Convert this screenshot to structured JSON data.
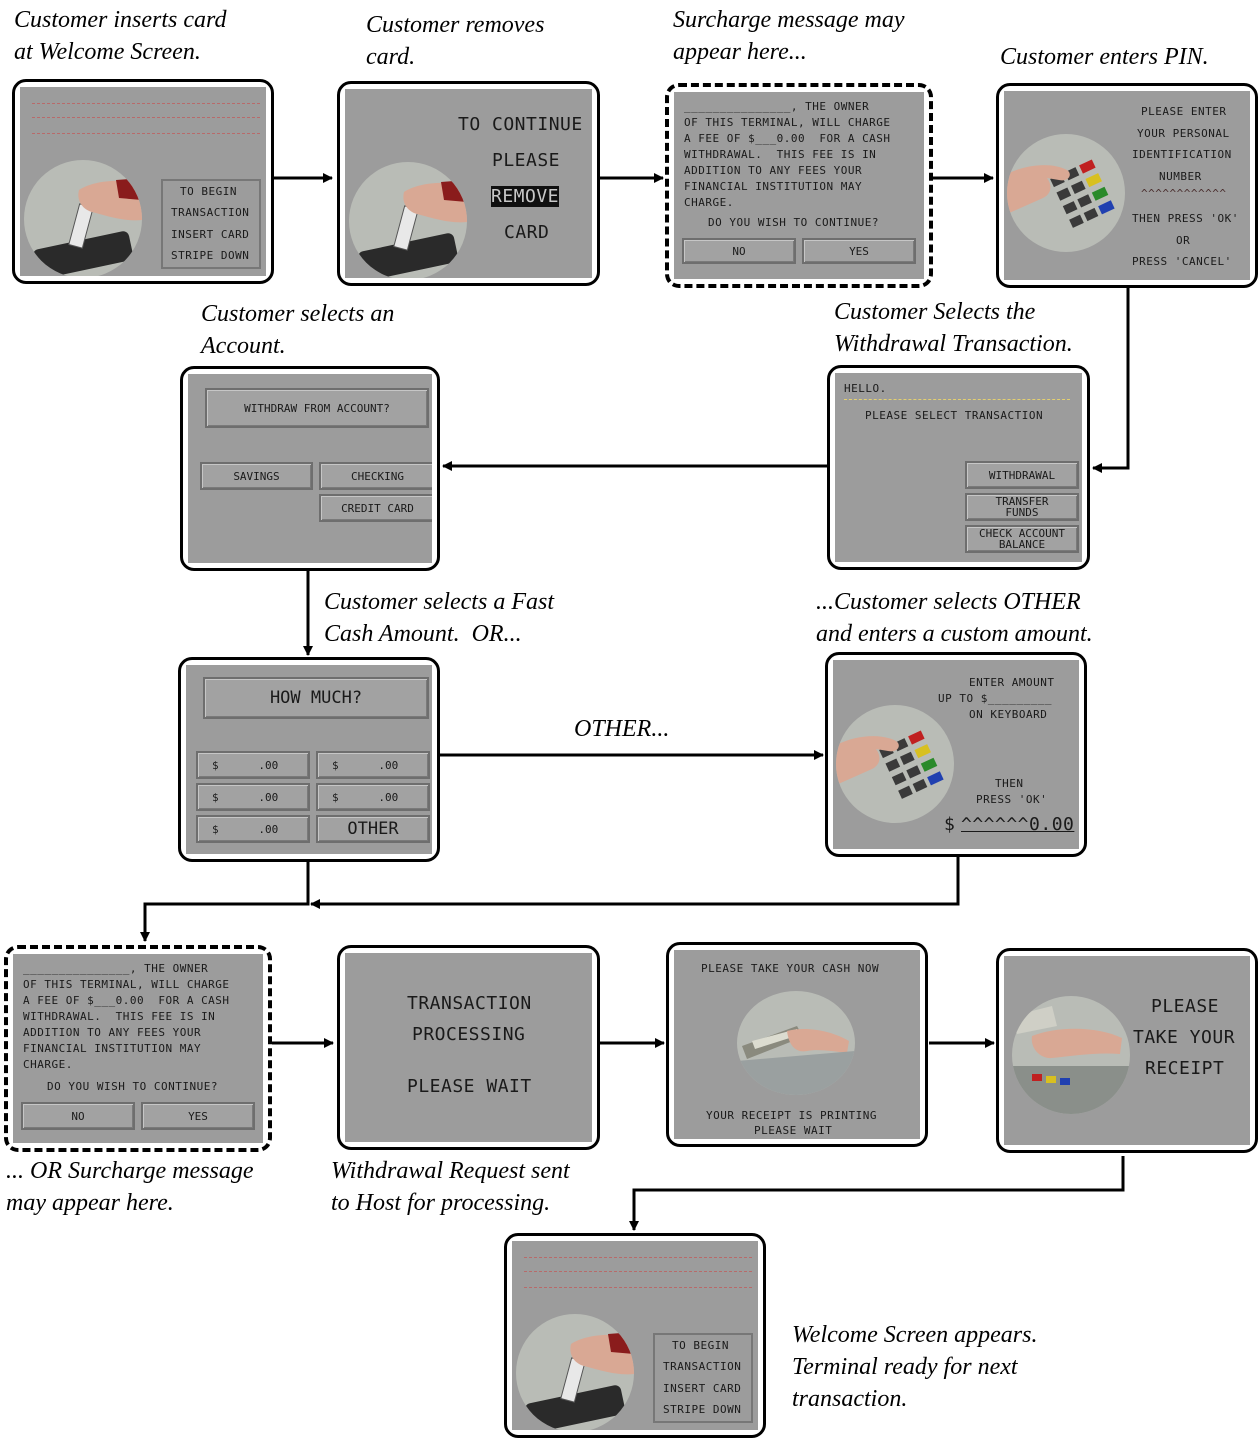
{
  "captions": {
    "c1": "Customer inserts card\nat Welcome Screen.",
    "c2": "Customer removes\ncard.",
    "c3": "Surcharge message may\nappear here...",
    "c4": "Customer enters PIN.",
    "c5": "Customer selects an\nAccount.",
    "c6": "Customer Selects the\nWithdrawal Transaction.",
    "c7": "Customer selects a Fast\nCash Amount.  OR...",
    "c8": "...Customer selects OTHER\nand enters a custom amount.",
    "c9": "OTHER...",
    "c10": "... OR Surcharge message\nmay appear here.",
    "c11": "Withdrawal Request sent\nto Host for processing.",
    "c12": "Welcome Screen appears.\nTerminal ready for next\ntransaction."
  },
  "welcome": {
    "l1": "TO BEGIN",
    "l2": "TRANSACTION",
    "l3": "INSERT CARD",
    "l4": "STRIPE DOWN"
  },
  "remove": {
    "l1": "TO CONTINUE",
    "l2": "PLEASE",
    "l3": "REMOVE",
    "l4": "CARD"
  },
  "surcharge": {
    "l1": "_______________, THE OWNER",
    "l2": "OF THIS TERMINAL, WILL CHARGE",
    "l3": "A FEE OF $___0.00  FOR A CASH",
    "l4": "WITHDRAWAL.  THIS FEE IS IN",
    "l5": "ADDITION TO ANY FEES YOUR",
    "l6": "FINANCIAL INSTITUTION MAY",
    "l7": "CHARGE.",
    "question": "DO YOU WISH TO CONTINUE?",
    "no": "NO",
    "yes": "YES"
  },
  "pin": {
    "l1": "PLEASE ENTER",
    "l2": "YOUR PERSONAL",
    "l3": "IDENTIFICATION",
    "l4": "NUMBER",
    "l5": "^^^^^^^^^^^^",
    "l6": "THEN PRESS 'OK'",
    "l7": "OR",
    "l8": "PRESS 'CANCEL'"
  },
  "transaction": {
    "hello": "HELLO.",
    "prompt": "PLEASE SELECT TRANSACTION",
    "withdrawal": "WITHDRAWAL",
    "transfer": "TRANSFER\nFUNDS",
    "balance": "CHECK ACCOUNT\nBALANCE"
  },
  "account": {
    "title": "WITHDRAW FROM ACCOUNT?",
    "savings": "SAVINGS",
    "checking": "CHECKING",
    "credit": "CREDIT CARD"
  },
  "howmuch": {
    "title": "HOW MUCH?",
    "amount": "$      .00",
    "other": "OTHER"
  },
  "custom": {
    "l1": "ENTER AMOUNT",
    "l2": "UP TO $_________",
    "l3": "ON KEYBOARD",
    "l4": "THEN",
    "l5": "PRESS 'OK'",
    "dollar": "$",
    "amount": "^^^^^^0.00"
  },
  "processing": {
    "l1": "TRANSACTION",
    "l2": "PROCESSING",
    "l3": "PLEASE WAIT"
  },
  "cash": {
    "l1": "PLEASE TAKE YOUR CASH NOW",
    "l2": "YOUR RECEIPT IS PRINTING",
    "l3": "PLEASE WAIT"
  },
  "receipt": {
    "l1": "PLEASE",
    "l2": "TAKE YOUR",
    "l3": "RECEIPT"
  }
}
